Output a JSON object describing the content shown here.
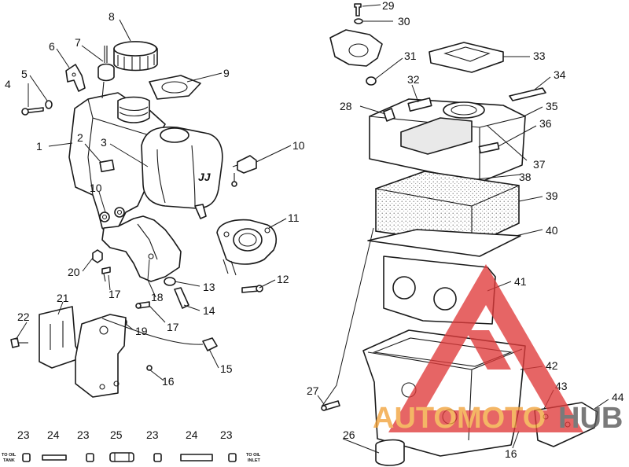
{
  "callouts": {
    "c1": "1",
    "c2": "2",
    "c3": "3",
    "c4": "4",
    "c5": "5",
    "c6": "6",
    "c7": "7",
    "c8": "8",
    "c9": "9",
    "c10a": "10",
    "c10b": "10",
    "c11": "11",
    "c12": "12",
    "c13": "13",
    "c14": "14",
    "c15": "15",
    "c16a": "16",
    "c16b": "16",
    "c17a": "17",
    "c17b": "17",
    "c18": "18",
    "c19": "19",
    "c20": "20",
    "c21": "21",
    "c22": "22",
    "c23a": "23",
    "c23b": "23",
    "c23c": "23",
    "c23d": "23",
    "c24a": "24",
    "c24b": "24",
    "c25": "25",
    "c26": "26",
    "c27": "27",
    "c28": "28",
    "c29": "29",
    "c30": "30",
    "c31": "31",
    "c32": "32",
    "c33": "33",
    "c34": "34",
    "c35": "35",
    "c36": "36",
    "c37": "37",
    "c38": "38",
    "c39": "39",
    "c40": "40",
    "c41": "41",
    "c42": "42",
    "c43": "43",
    "c44": "44"
  },
  "notes": {
    "to_oil_tank_1": "TO OIL",
    "to_oil_tank_2": "TANK",
    "to_oil_inlet_1": "TO OIL",
    "to_oil_inlet_2": "INLET"
  },
  "tank_logo": "JJ",
  "watermark": {
    "brand_part1": "AUTOMOTO",
    "brand_part2": "HUB",
    "color_red": "#e03a3a",
    "color_orange": "#f2a23a",
    "color_gray": "#555555"
  }
}
